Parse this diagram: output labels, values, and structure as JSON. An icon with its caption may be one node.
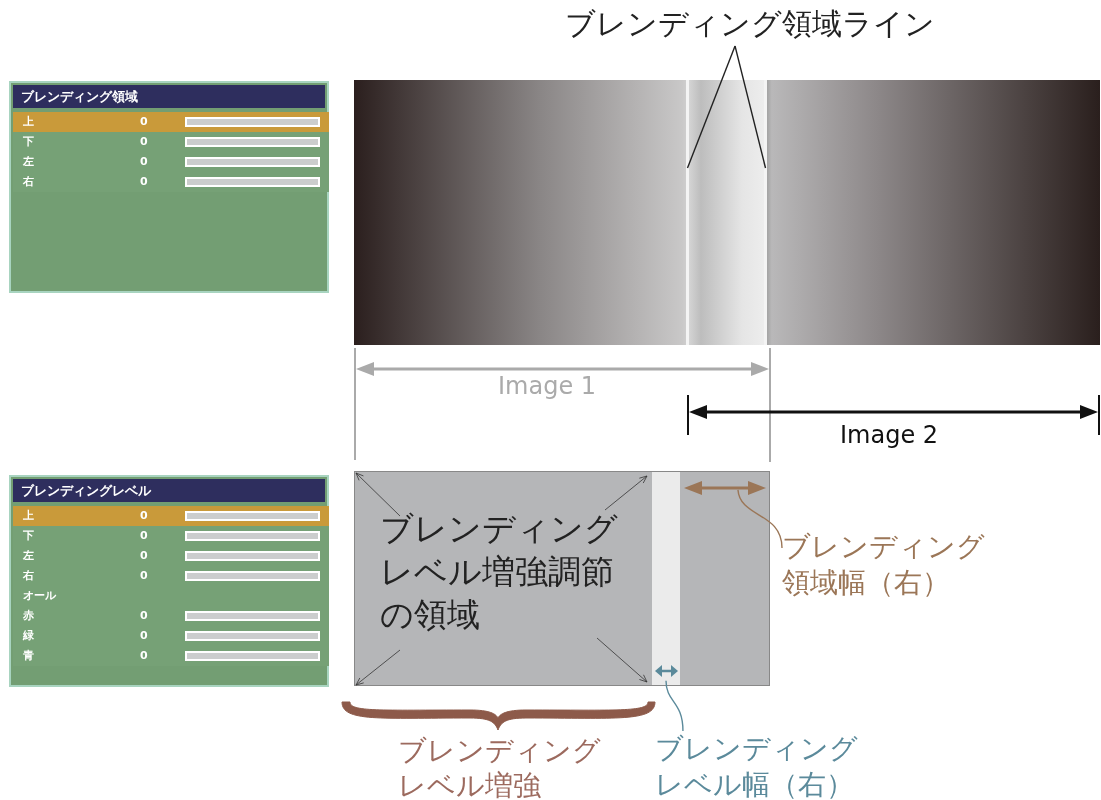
{
  "diagram": {
    "nodes": [
      {
        "text": [
          "ブレンディング領域"
        ]
      },
      {
        "text": [
          "上",
          "0"
        ],
        "in": 0
      },
      {
        "text": [
          "下",
          "0"
        ],
        "in": 0
      },
      {
        "text": [
          "左",
          "0"
        ],
        "in": 0
      },
      {
        "text": [
          "右",
          "0"
        ],
        "in": 0
      },
      {
        "text": [],
        "shape": "picture"
      },
      {
        "text": [
          "ブレンディング領域ライン"
        ]
      },
      {
        "text": [],
        "shape": "bar",
        "in": 5
      },
      {
        "text": [],
        "shape": "bar",
        "in": 5
      },
      {
        "text": [
          "ブレンディングレベル"
        ]
      },
      {
        "text": [
          "上",
          "0"
        ],
        "in": 9
      },
      {
        "text": [
          "下",
          "0"
        ],
        "in": 9
      },
      {
        "text": [
          "左",
          "0"
        ],
        "in": 9
      },
      {
        "text": [
          "右",
          "0"
        ],
        "in": 9
      },
      {
        "text": [
          "オール"
        ],
        "in": 9
      },
      {
        "text": [
          "赤",
          "0"
        ],
        "in": 9
      },
      {
        "text": [
          "緑",
          "0"
        ],
        "in": 9
      },
      {
        "text": [
          "青",
          "0"
        ],
        "in": 9
      },
      {
        "text": [
          "ブレンディングレベル増強調節の領域"
        ]
      },
      {
        "text": [],
        "shape": "box"
      },
      {
        "text": [],
        "shape": "box"
      },
      {
        "text": [
          "ブレンディング領域幅（右）"
        ]
      },
      {
        "text": [
          "ブレンディングレベル幅（右）"
        ]
      },
      {
        "text": [],
        "shape": "bracket",
        "beside": [
          "ブレンディングレベル増強"
        ]
      }
    ],
    "edges": [
      {
        "from": 6,
        "to": 7,
        "arrow": "none"
      },
      {
        "from": 6,
        "to": 8,
        "arrow": "none"
      },
      {
        "from": 21,
        "to": 20,
        "arrow": "none",
        "color": "#9b7657"
      },
      {
        "from": 22,
        "to": 19,
        "arrow": "none",
        "color": "#5b8a9b"
      }
    ],
    "labels": [
      "Image 1",
      "Image 2"
    ]
  }
}
